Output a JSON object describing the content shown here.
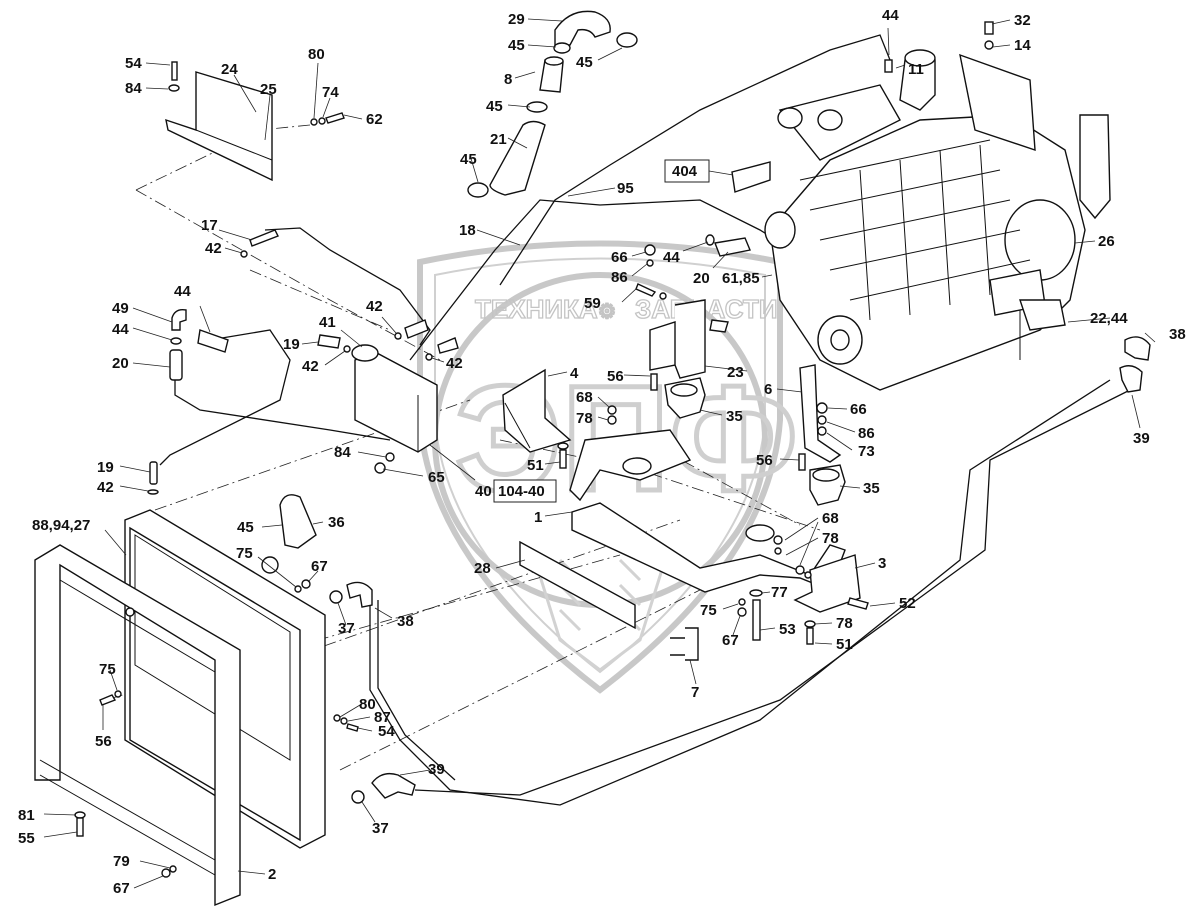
{
  "diagram": {
    "type": "exploded-parts-diagram",
    "subject": "engine installation with radiator, expansion tank, mounts and hoses",
    "watermark": {
      "text_left": "ТЕХНИКА",
      "text_right": "ЗАПЧАСТИ",
      "logo_letters": "ЭПФ"
    },
    "reference_boxes": [
      {
        "id": "ref-404",
        "text": "404"
      },
      {
        "id": "ref-104-40",
        "text": "104-40"
      }
    ],
    "callouts": [
      {
        "id": "c-29",
        "text": "29"
      },
      {
        "id": "c-45a",
        "text": "45"
      },
      {
        "id": "c-45b",
        "text": "45"
      },
      {
        "id": "c-8",
        "text": "8"
      },
      {
        "id": "c-45c",
        "text": "45"
      },
      {
        "id": "c-21",
        "text": "21"
      },
      {
        "id": "c-45d",
        "text": "45"
      },
      {
        "id": "c-44a",
        "text": "44"
      },
      {
        "id": "c-11",
        "text": "11"
      },
      {
        "id": "c-32",
        "text": "32"
      },
      {
        "id": "c-14",
        "text": "14"
      },
      {
        "id": "c-54a",
        "text": "54"
      },
      {
        "id": "c-84a",
        "text": "84"
      },
      {
        "id": "c-24",
        "text": "24"
      },
      {
        "id": "c-25",
        "text": "25"
      },
      {
        "id": "c-80a",
        "text": "80"
      },
      {
        "id": "c-74",
        "text": "74"
      },
      {
        "id": "c-62",
        "text": "62"
      },
      {
        "id": "c-95",
        "text": "95"
      },
      {
        "id": "c-18",
        "text": "18"
      },
      {
        "id": "c-17",
        "text": "17"
      },
      {
        "id": "c-42a",
        "text": "42"
      },
      {
        "id": "c-26",
        "text": "26"
      },
      {
        "id": "c-66a",
        "text": "66"
      },
      {
        "id": "c-44b",
        "text": "44"
      },
      {
        "id": "c-86a",
        "text": "86"
      },
      {
        "id": "c-20a",
        "text": "20"
      },
      {
        "id": "c-61-85",
        "text": "61,85"
      },
      {
        "id": "c-59",
        "text": "59"
      },
      {
        "id": "c-44c",
        "text": "44"
      },
      {
        "id": "c-49",
        "text": "49"
      },
      {
        "id": "c-44d",
        "text": "44"
      },
      {
        "id": "c-20b",
        "text": "20"
      },
      {
        "id": "c-42b",
        "text": "42"
      },
      {
        "id": "c-41",
        "text": "41"
      },
      {
        "id": "c-19a",
        "text": "19"
      },
      {
        "id": "c-42c",
        "text": "42"
      },
      {
        "id": "c-42d",
        "text": "42"
      },
      {
        "id": "c-22-44",
        "text": "22,44"
      },
      {
        "id": "c-38a",
        "text": "38"
      },
      {
        "id": "c-4",
        "text": "4"
      },
      {
        "id": "c-56a",
        "text": "56"
      },
      {
        "id": "c-23",
        "text": "23"
      },
      {
        "id": "c-6",
        "text": "6"
      },
      {
        "id": "c-68a",
        "text": "68"
      },
      {
        "id": "c-78a",
        "text": "78"
      },
      {
        "id": "c-35a",
        "text": "35"
      },
      {
        "id": "c-66b",
        "text": "66"
      },
      {
        "id": "c-86b",
        "text": "86"
      },
      {
        "id": "c-73",
        "text": "73"
      },
      {
        "id": "c-39a",
        "text": "39"
      },
      {
        "id": "c-84b",
        "text": "84"
      },
      {
        "id": "c-65",
        "text": "65"
      },
      {
        "id": "c-51a",
        "text": "51"
      },
      {
        "id": "c-56b",
        "text": "56"
      },
      {
        "id": "c-35b",
        "text": "35"
      },
      {
        "id": "c-19b",
        "text": "19"
      },
      {
        "id": "c-42e",
        "text": "42"
      },
      {
        "id": "c-40",
        "text": "40"
      },
      {
        "id": "c-1",
        "text": "1"
      },
      {
        "id": "c-88-94-27",
        "text": "88,94,27"
      },
      {
        "id": "c-45e",
        "text": "45"
      },
      {
        "id": "c-36",
        "text": "36"
      },
      {
        "id": "c-68b",
        "text": "68"
      },
      {
        "id": "c-78b",
        "text": "78"
      },
      {
        "id": "c-75a",
        "text": "75"
      },
      {
        "id": "c-67a",
        "text": "67"
      },
      {
        "id": "c-3",
        "text": "3"
      },
      {
        "id": "c-28",
        "text": "28"
      },
      {
        "id": "c-37a",
        "text": "37"
      },
      {
        "id": "c-38b",
        "text": "38"
      },
      {
        "id": "c-77",
        "text": "77"
      },
      {
        "id": "c-52",
        "text": "52"
      },
      {
        "id": "c-75b",
        "text": "75"
      },
      {
        "id": "c-53",
        "text": "53"
      },
      {
        "id": "c-78c",
        "text": "78"
      },
      {
        "id": "c-67b",
        "text": "67"
      },
      {
        "id": "c-51b",
        "text": "51"
      },
      {
        "id": "c-7",
        "text": "7"
      },
      {
        "id": "c-75c",
        "text": "75"
      },
      {
        "id": "c-56c",
        "text": "56"
      },
      {
        "id": "c-80b",
        "text": "80"
      },
      {
        "id": "c-87",
        "text": "87"
      },
      {
        "id": "c-54b",
        "text": "54"
      },
      {
        "id": "c-39b",
        "text": "39"
      },
      {
        "id": "c-37b",
        "text": "37"
      },
      {
        "id": "c-81",
        "text": "81"
      },
      {
        "id": "c-55",
        "text": "55"
      },
      {
        "id": "c-79",
        "text": "79"
      },
      {
        "id": "c-67c",
        "text": "67"
      },
      {
        "id": "c-2",
        "text": "2"
      }
    ]
  }
}
